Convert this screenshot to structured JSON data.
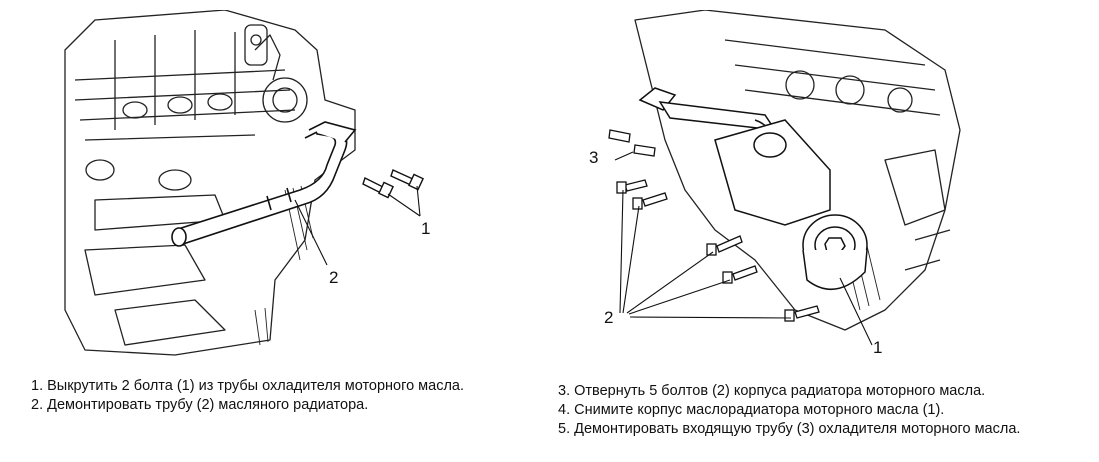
{
  "left_figure": {
    "callouts": [
      "1",
      "2"
    ]
  },
  "right_figure": {
    "callouts": [
      "3",
      "2",
      "1"
    ]
  },
  "captions_left": [
    "1. Выкрутить 2 болта (1) из трубы охладителя моторного масла.",
    "2. Демонтировать трубу (2) масляного радиатора."
  ],
  "captions_right": [
    "3. Отвернуть 5 болтов (2) корпуса радиатора моторного масла.",
    "4. Снимите корпус маслорадиатора моторного масла (1).",
    "5. Демонтировать входящую трубу (3) охладителя моторного масла."
  ]
}
